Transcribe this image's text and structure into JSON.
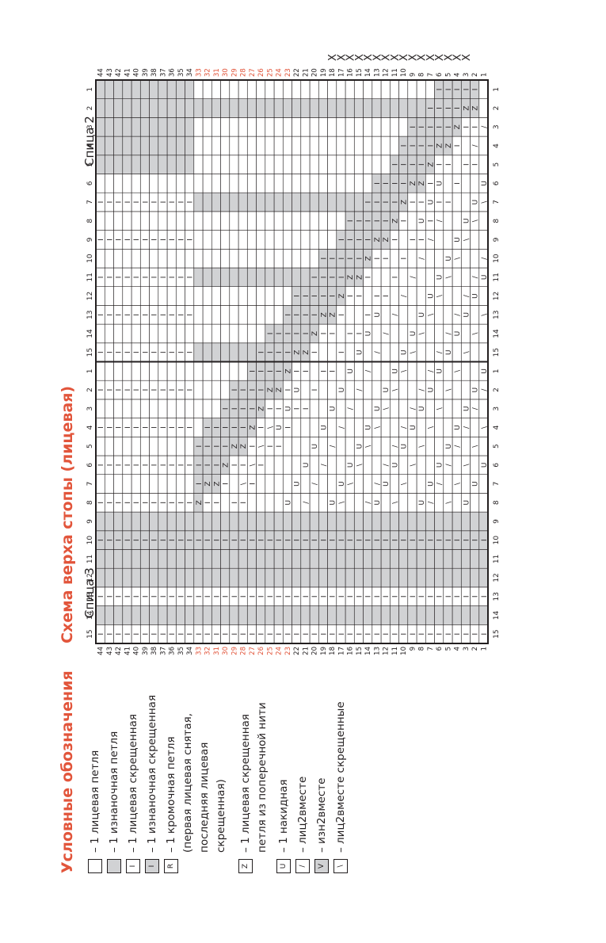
{
  "legend": {
    "title": "Условные обозначения",
    "items": [
      {
        "symbol": "",
        "fill": "#ffffff",
        "lines": [
          "– 1 лицевая петля"
        ]
      },
      {
        "symbol": "",
        "fill": "#d1d2d4",
        "lines": [
          "– 1 изнаночная петля"
        ]
      },
      {
        "symbol": "I",
        "fill": "#ffffff",
        "lines": [
          "– 1 лицевая скрещенная"
        ]
      },
      {
        "symbol": "I",
        "fill": "#d1d2d4",
        "lines": [
          "– 1 изнаночная скрещенная"
        ]
      },
      {
        "symbol": "R",
        "fill": "#ffffff",
        "lines": [
          "– 1 кромочная петля",
          "(первая лицевая снятая,",
          "последняя лицевая",
          "скрещенная)"
        ]
      },
      {
        "symbol": "Z",
        "fill": "#ffffff",
        "lines": [
          "– 1 лицевая скрещенная",
          "петля из поперечной нити"
        ]
      },
      {
        "symbol": "U",
        "fill": "#ffffff",
        "lines": [
          "– 1 накидная"
        ]
      },
      {
        "symbol": "/",
        "fill": "#ffffff",
        "lines": [
          "– лиц2вместе"
        ]
      },
      {
        "symbol": "V",
        "fill": "#d1d2d4",
        "lines": [
          "– изн2вместе"
        ]
      },
      {
        "symbol": "\\",
        "fill": "#ffffff",
        "lines": [
          "– лиц2вместе скрещенные"
        ]
      }
    ]
  },
  "chart": {
    "title": "Схема верха стопы (лицевая)",
    "needle_left": "Спица 3",
    "needle_right": "Спица 2",
    "rows": [
      "1",
      "2",
      "3",
      "4",
      "5",
      "6",
      "7",
      "8",
      "9",
      "10",
      "11",
      "12",
      "13",
      "14",
      "15",
      "16",
      "17",
      "18",
      "19",
      "20",
      "21",
      "22",
      "23",
      "24",
      "25",
      "26",
      "27",
      "28",
      "29",
      "30",
      "31",
      "32",
      "33",
      "34",
      "35",
      "36",
      "37",
      "38",
      "39",
      "40",
      "41",
      "42",
      "43",
      "44"
    ],
    "highlight_rows": [
      "23",
      "24",
      "25",
      "26",
      "27",
      "28",
      "29",
      "30",
      "31",
      "32",
      "33"
    ],
    "columns": [
      "15",
      "14",
      "13",
      "12",
      "11",
      "10",
      "9",
      "8",
      "7",
      "6",
      "5",
      "4",
      "3",
      "2",
      "1",
      "15",
      "14",
      "13",
      "12",
      "11",
      "10",
      "9",
      "8",
      "7",
      "6",
      "5",
      "4",
      "3",
      "2",
      "1"
    ],
    "x_marker": "X",
    "x_marker_rows": [
      "3",
      "4",
      "5",
      "6",
      "7",
      "8",
      "9",
      "10",
      "11",
      "12",
      "13",
      "14",
      "15",
      "16",
      "17",
      "18"
    ]
  },
  "colors": {
    "text": "#231f20",
    "accent": "#e2553b",
    "purl": "#d1d2d4",
    "grid": "#231f20"
  }
}
